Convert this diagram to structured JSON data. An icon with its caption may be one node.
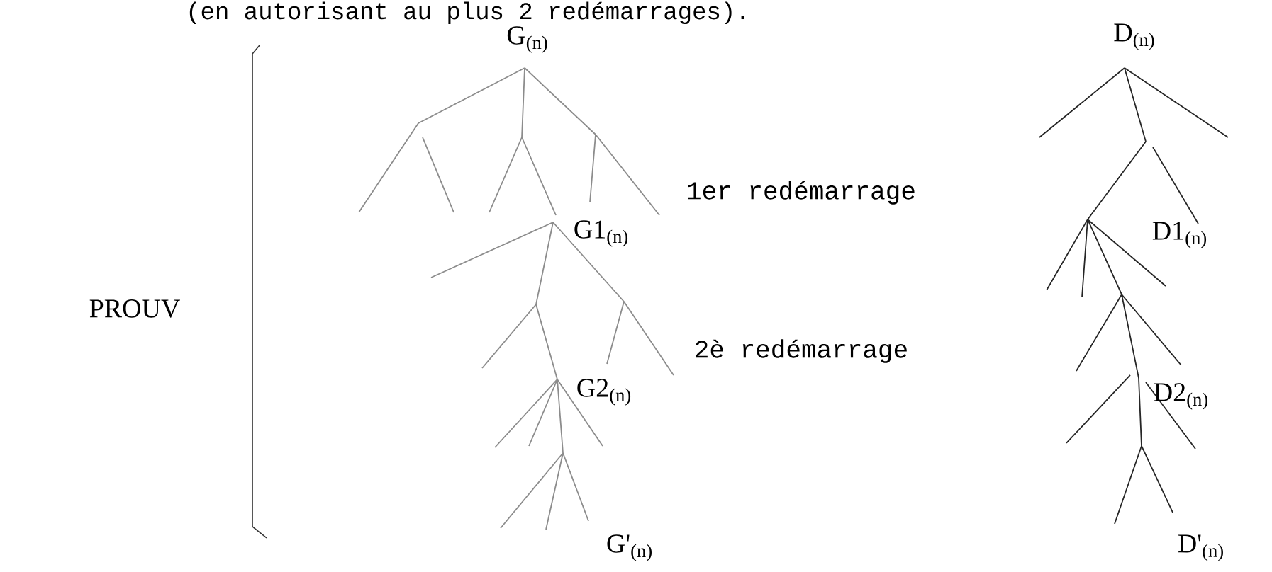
{
  "diagram": {
    "title": "(en autorisant au plus 2 redémarrages).",
    "labels": [
      "G$_{(n)}$",
      "D$_{(n)}$",
      "1er redémarrage",
      "G1$_{(n)}$",
      "D1$_{(n)}$",
      "PROUV",
      "2è redémarrage",
      "G2$_{(n)}$",
      "D2$_{(n)}$",
      "G'$_{(n)}$",
      "D'$_{(n)}$"
    ]
  }
}
